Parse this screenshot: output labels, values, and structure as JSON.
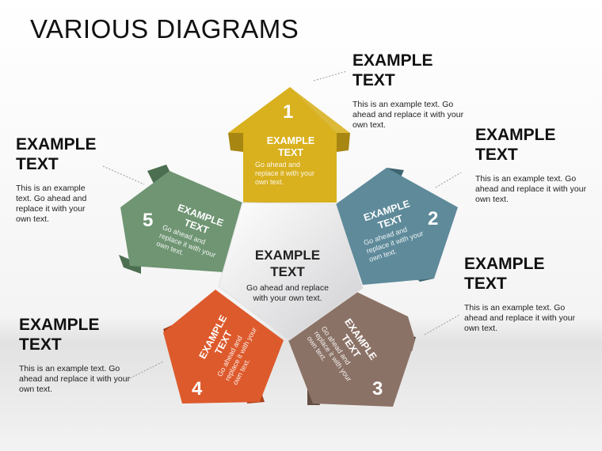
{
  "title": "VARIOUS DIAGRAMS",
  "center": {
    "heading": "EXAMPLE\nTEXT",
    "body": "Go ahead and replace\nwith your own text."
  },
  "arrows": [
    {
      "number": "1",
      "heading": "EXAMPLE\nTEXT",
      "body": "Go ahead and\nreplace it with your\nown text.",
      "color": "#D9B01E"
    },
    {
      "number": "2",
      "heading": "EXAMPLE\nTEXT",
      "body": "Go ahead and\nreplace it with your\nown text.",
      "color": "#5E8A9A"
    },
    {
      "number": "3",
      "heading": "EXAMPLE\nTEXT",
      "body": "Go ahead and\nreplace it with your\nown text.",
      "color": "#8B7266"
    },
    {
      "number": "4",
      "heading": "EXAMPLE\nTEXT",
      "body": "Go ahead and\nreplace it with your\nown text.",
      "color": "#DD5A2C"
    },
    {
      "number": "5",
      "heading": "EXAMPLE\nTEXT",
      "body": "Go ahead and\nreplace it with your\nown text.",
      "color": "#6F9573"
    }
  ],
  "callouts": [
    {
      "heading": "EXAMPLE\nTEXT",
      "body": "This is an example text. Go\nahead and replace it with your\nown text."
    },
    {
      "heading": "EXAMPLE\nTEXT",
      "body": "This is an example text. Go\nahead and replace it with your\nown text."
    },
    {
      "heading": "EXAMPLE\nTEXT",
      "body": "This is an example text. Go\nahead and replace it with your\nown text."
    },
    {
      "heading": "EXAMPLE\nTEXT",
      "body": "This is an example text. Go\nahead and replace it with your\nown text."
    },
    {
      "heading": "EXAMPLE\nTEXT",
      "body": "This is an example\ntext. Go ahead and\nreplace it with your\nown text."
    }
  ]
}
